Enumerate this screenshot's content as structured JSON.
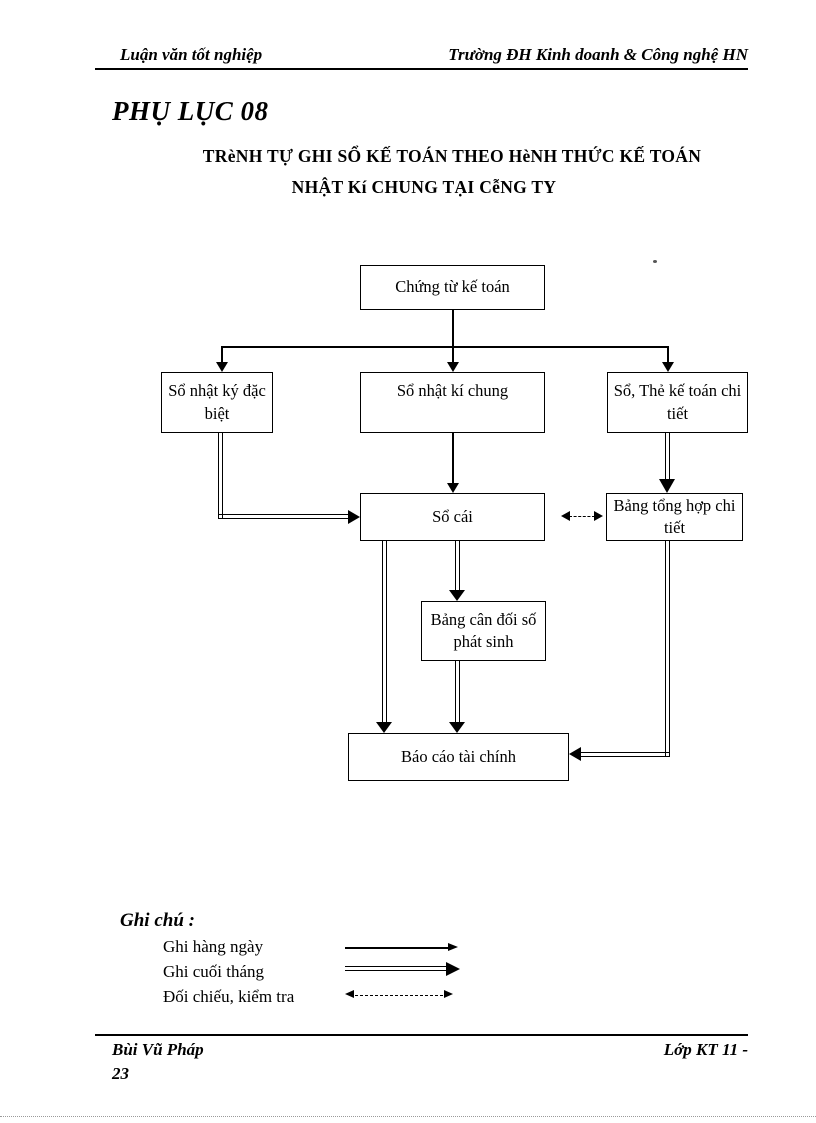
{
  "header": {
    "left": "Luận văn tốt nghiệp",
    "right": "Trường ĐH Kinh doanh & Công nghệ HN"
  },
  "title": "PHỤ LỤC 08",
  "subtitle": {
    "line1": "TRèNH TỰ GHI SỔ KẾ TOÁN THEO HèNH THỨC KẾ TOÁN",
    "line2": "NHẬT Kí CHUNG TẠI CễNG TY"
  },
  "diagram": {
    "nodes": {
      "chung_tu_ke_toan": "Chứng từ kế toán",
      "so_nhat_ky_dac_biet": "Sổ nhật ký đặc biệt",
      "so_nhat_ki_chung": "Sổ nhật kí chung",
      "so_the_ke_toan_chi_tiet": "Sổ, Thẻ kế toán chi tiết",
      "so_cai": "Sổ cái",
      "bang_tong_hop_chi_tiet": "Bảng tổng hợp chi tiết",
      "bang_can_doi_so_phat_sinh": "Bảng cân đối số phát sinh",
      "bao_cao_tai_chinh": "Báo cáo tài chính"
    }
  },
  "legend": {
    "title": "Ghi chú :",
    "items": [
      {
        "label": "Ghi hàng ngày",
        "line_style": "solid-single-arrow"
      },
      {
        "label": "Ghi cuối tháng",
        "line_style": "solid-double-arrow"
      },
      {
        "label": "Đối chiếu, kiểm tra",
        "line_style": "dashed-double-headed-arrow"
      }
    ]
  },
  "footer": {
    "left_line1": "Bùi Vũ Pháp",
    "left_line2": "23",
    "right": "Lớp KT 11 -"
  },
  "colors": {
    "text": "#000000",
    "line": "#000000",
    "background": "#ffffff"
  }
}
